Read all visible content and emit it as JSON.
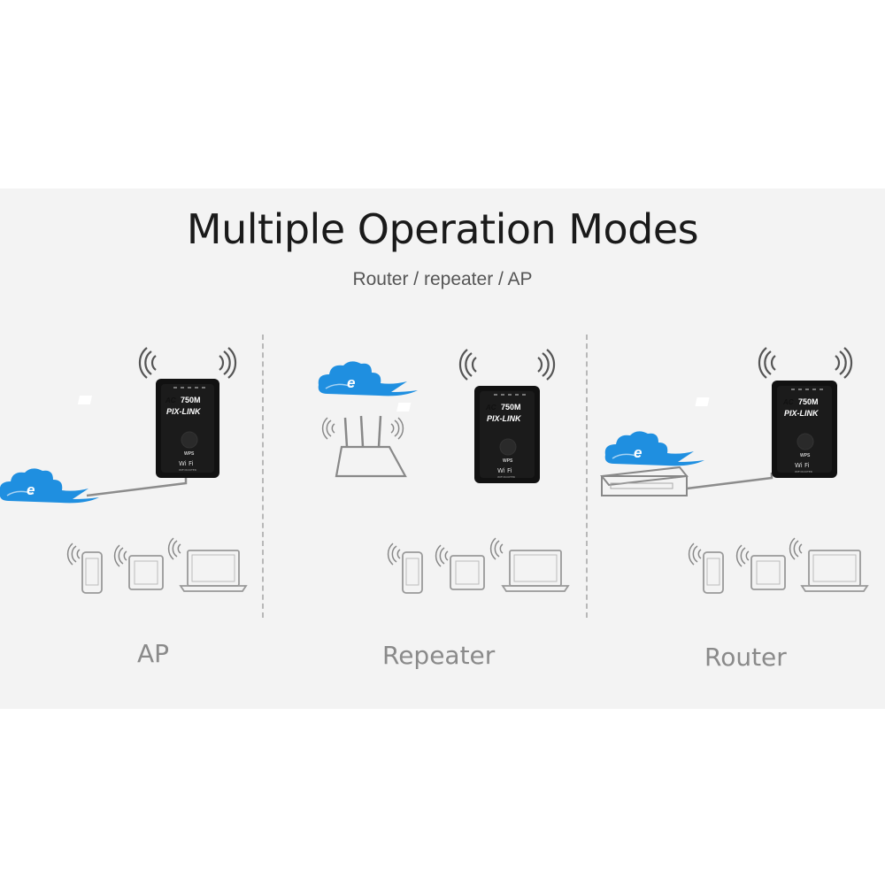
{
  "header": {
    "title": "Multiple Operation Modes",
    "subtitle": "Router / repeater / AP"
  },
  "device": {
    "badge": "AC",
    "speed": "750M",
    "brand": "PIX-LINK",
    "wps_label": "WPS",
    "wifi_label": "Wi Fi",
    "sub_label": "WIFI ROUTER"
  },
  "internet_letter": "e",
  "modes": [
    {
      "label": "AP"
    },
    {
      "label": "Repeater"
    },
    {
      "label": "Router"
    }
  ],
  "colors": {
    "panel_bg": "#f3f3f3",
    "cloud_blue": "#1f8fe0",
    "device_body": "#111111",
    "line_gray": "#8c8c8c"
  },
  "icons": [
    "internet-cloud-icon",
    "wifi-signal-icon",
    "phone-icon",
    "tablet-icon",
    "laptop-icon",
    "router-icon",
    "modem-switch-icon"
  ]
}
